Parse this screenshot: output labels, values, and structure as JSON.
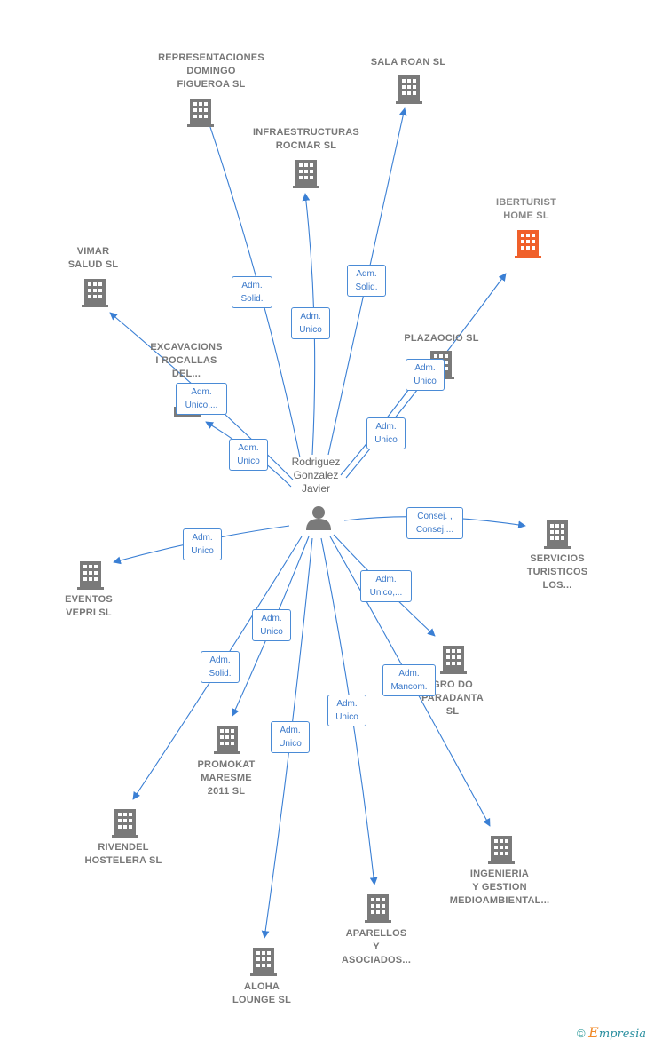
{
  "center": {
    "name": "Rodriguez\nGonzalez\nJavier"
  },
  "companies": {
    "representaciones": "REPRESENTACIONES\nDOMINGO\nFIGUEROA SL",
    "sala_roan": "SALA ROAN SL",
    "infraestructuras": "INFRAESTRUCTURAS\nROCMAR SL",
    "iberturist": "IBERTURIST\nHOME SL",
    "vimar": "VIMAR\nSALUD SL",
    "excavacions": "EXCAVACIONS\nI ROCALLAS\nDEL...",
    "plazaocio": "PLAZAOCIO SL",
    "servicios": "SERVICIOS\nTURISTICOS\nLOS...",
    "eventos": "EVENTOS\nVEPRI SL",
    "agro": "GRO DO\nPARADANTA\nSL",
    "promokat": "PROMOKAT\nMARESME\n2011 SL",
    "rivendel": "RIVENDEL\nHOSTELERA SL",
    "ingenieria": "INGENIERIA\nY GESTION\nMEDIOAMBIENTAL...",
    "aparellos": "APARELLOS\nY\nASOCIADOS...",
    "aloha": "ALOHA\nLOUNGE SL"
  },
  "relations": {
    "representaciones": "Adm.\nSolid.",
    "infraestructuras": "Adm.\nUnico",
    "sala_roan": "Adm.\nSolid.",
    "plazaocio": "Adm.\nUnico",
    "iberturist": "Adm.\nUnico",
    "vimar": "Adm.\nUnico,...",
    "excavacions": "Adm.\nUnico",
    "servicios": "Consej. ,\nConsej....",
    "eventos": "Adm.\nUnico",
    "agro": "Adm.\nUnico,...",
    "promokat": "Adm.\nUnico",
    "rivendel": "Adm.\nSolid.",
    "ingenieria": "Adm.\nMancom.",
    "aparellos": "Adm.\nUnico",
    "aloha": "Adm.\nUnico"
  },
  "colors": {
    "edge": "#3a7fd4",
    "building": "#7a7a7a",
    "highlight": "#f0602a",
    "person": "#7a7a7a"
  },
  "footer": {
    "copyright": "©",
    "brand_initial": "E",
    "brand_rest": "mpresia"
  }
}
